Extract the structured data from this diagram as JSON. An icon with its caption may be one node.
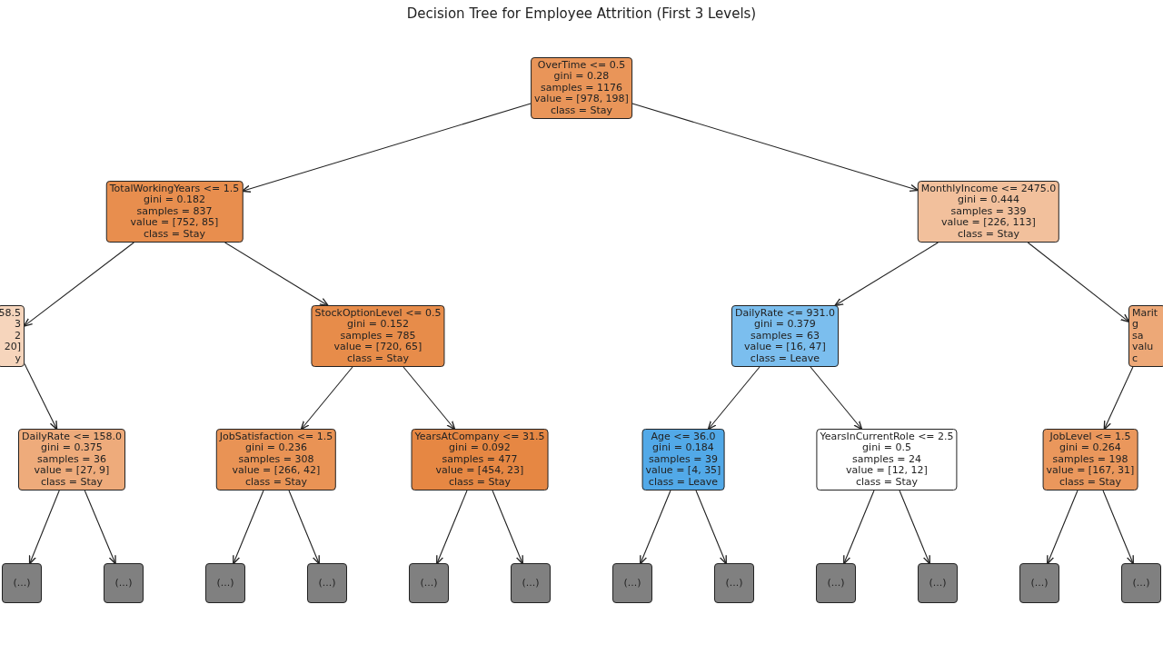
{
  "diagram": {
    "title": "Decision Tree for Employee Attrition (First 3 Levels)",
    "nodes": [
      {
        "text": [
          "OverTime <= 0.5",
          "gini = 0.28",
          "samples = 1176",
          "value = [978, 198]",
          "class = Stay"
        ]
      },
      {
        "text": [
          "TotalWorkingYears <= 1.5",
          "gini = 0.182",
          "samples = 837",
          "value = [752, 85]",
          "class = Stay"
        ]
      },
      {
        "text": [
          "MonthlyIncome <= 2475.0",
          "gini = 0.444",
          "samples = 339",
          "value = [226, 113]",
          "class = Stay"
        ]
      },
      {
        "text": [
          "58.5",
          "3",
          "2",
          "20]",
          "y"
        ]
      },
      {
        "text": [
          "StockOptionLevel <= 0.5",
          "gini = 0.152",
          "samples = 785",
          "value = [720, 65]",
          "class = Stay"
        ]
      },
      {
        "text": [
          "DailyRate <= 931.0",
          "gini = 0.379",
          "samples = 63",
          "value = [16, 47]",
          "class = Leave"
        ]
      },
      {
        "text": [
          "Marit",
          "g",
          "sa",
          "valu",
          "c"
        ]
      },
      {
        "text": [
          "DailyRate <= 158.0",
          "gini = 0.375",
          "samples = 36",
          "value = [27, 9]",
          "class = Stay"
        ]
      },
      {
        "text": [
          "JobSatisfaction <= 1.5",
          "gini = 0.236",
          "samples = 308",
          "value = [266, 42]",
          "class = Stay"
        ]
      },
      {
        "text": [
          "YearsAtCompany <= 31.5",
          "gini = 0.092",
          "samples = 477",
          "value = [454, 23]",
          "class = Stay"
        ]
      },
      {
        "text": [
          "Age <= 36.0",
          "gini = 0.184",
          "samples = 39",
          "value = [4, 35]",
          "class = Leave"
        ]
      },
      {
        "text": [
          "YearsInCurrentRole <= 2.5",
          "gini = 0.5",
          "samples = 24",
          "value = [12, 12]",
          "class = Stay"
        ]
      },
      {
        "text": [
          "JobLevel <= 1.5",
          "gini = 0.264",
          "samples = 198",
          "value = [167, 31]",
          "class = Stay"
        ]
      },
      {
        "text": [
          "(...)"
        ]
      },
      {
        "text": [
          "(...)"
        ]
      },
      {
        "text": [
          "(...)"
        ]
      },
      {
        "text": [
          "(...)"
        ]
      },
      {
        "text": [
          "(...)"
        ]
      },
      {
        "text": [
          "(...)"
        ]
      },
      {
        "text": [
          "(...)"
        ]
      },
      {
        "text": [
          "(...)"
        ]
      },
      {
        "text": [
          "(...)"
        ]
      },
      {
        "text": [
          "(...)"
        ]
      },
      {
        "text": [
          "(...)"
        ]
      },
      {
        "text": [
          "(...)"
        ]
      }
    ],
    "edges": [
      {
        "from": 0,
        "to": 1,
        "arrow": "to"
      },
      {
        "from": 0,
        "to": 2,
        "arrow": "to"
      },
      {
        "from": 1,
        "to": 3,
        "arrow": "to"
      },
      {
        "from": 1,
        "to": 4,
        "arrow": "to"
      },
      {
        "from": 2,
        "to": 5,
        "arrow": "to"
      },
      {
        "from": 2,
        "to": 6,
        "arrow": "to"
      },
      {
        "from": 3,
        "to": 7,
        "arrow": "to"
      },
      {
        "from": 4,
        "to": 8,
        "arrow": "to"
      },
      {
        "from": 4,
        "to": 9,
        "arrow": "to"
      },
      {
        "from": 5,
        "to": 10,
        "arrow": "to"
      },
      {
        "from": 5,
        "to": 11,
        "arrow": "to"
      },
      {
        "from": 6,
        "to": 12,
        "arrow": "to"
      },
      {
        "from": 7,
        "to": 13,
        "arrow": "to"
      },
      {
        "from": 7,
        "to": 14,
        "arrow": "to"
      },
      {
        "from": 8,
        "to": 15,
        "arrow": "to"
      },
      {
        "from": 8,
        "to": 16,
        "arrow": "to"
      },
      {
        "from": 9,
        "to": 17,
        "arrow": "to"
      },
      {
        "from": 9,
        "to": 18,
        "arrow": "to"
      },
      {
        "from": 10,
        "to": 19,
        "arrow": "to"
      },
      {
        "from": 10,
        "to": 20,
        "arrow": "to"
      },
      {
        "from": 11,
        "to": 21,
        "arrow": "to"
      },
      {
        "from": 11,
        "to": 22,
        "arrow": "to"
      },
      {
        "from": 12,
        "to": 23,
        "arrow": "to"
      },
      {
        "from": 12,
        "to": 24,
        "arrow": "to"
      }
    ]
  }
}
